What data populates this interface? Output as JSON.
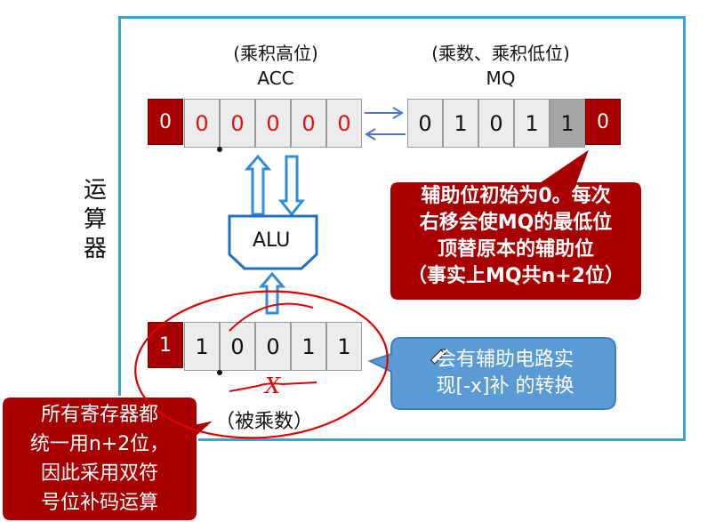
{
  "side_label": [
    "运",
    "算",
    "器"
  ],
  "acc": {
    "title": "(乘积高位)",
    "name": "ACC",
    "sign_bit": "0",
    "bits": [
      "0",
      "0",
      "0",
      "0",
      "0"
    ]
  },
  "mq": {
    "title": "(乘数、乘积低位)",
    "name": "MQ",
    "bits": [
      "0",
      "1",
      "0",
      "1",
      "1"
    ],
    "aux_bit": "0"
  },
  "alu": {
    "label": "ALU"
  },
  "x_reg": {
    "sign_bit": "1",
    "bits": [
      "1",
      "0",
      "0",
      "1",
      "1"
    ],
    "label": "（被乘数）",
    "annotation": "X"
  },
  "callouts": {
    "aux": [
      "辅助位初始为0。每次",
      "右移会使MQ的最低位",
      "顶替原本的辅助位",
      "（事实上MQ共n+2位）"
    ],
    "neg": [
      "会有辅助电路实",
      "现[-x]补 的转换"
    ],
    "bits": [
      "所有寄存器都",
      "统一用n+2位，",
      "因此采用双符",
      "号位补码运算"
    ]
  },
  "colors": {
    "frame": "#3aa3d6",
    "dark_red": "#a80000",
    "blue_callout": "#5b9bd5",
    "red_digit": "#e01010",
    "hand_ink": "#e00000"
  }
}
